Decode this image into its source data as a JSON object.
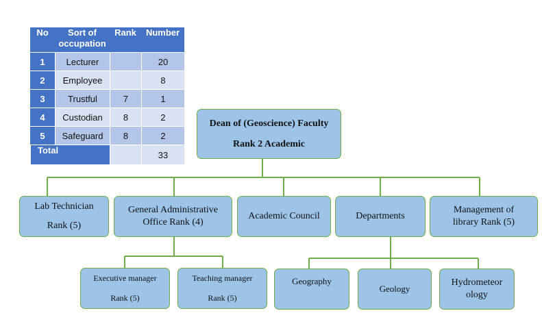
{
  "table": {
    "headers": {
      "no": "No",
      "sort": "Sort of occupation",
      "rank": "Rank",
      "number": "Number"
    },
    "rows": [
      {
        "no": "1",
        "sort": "Lecturer",
        "rank": "",
        "number": "20"
      },
      {
        "no": "2",
        "sort": "Employee",
        "rank": "",
        "number": "8"
      },
      {
        "no": "3",
        "sort": "Trustful",
        "rank": "7",
        "number": "1"
      },
      {
        "no": "4",
        "sort": "Custodian",
        "rank": "8",
        "number": "2"
      },
      {
        "no": "5",
        "sort": "Safeguard",
        "rank": "8",
        "number": "2"
      }
    ],
    "total_label": "Total",
    "total_number": "33"
  },
  "org": {
    "dean": {
      "line1": "Dean of (Geoscience) Faculty",
      "line2": "Rank 2 Academic"
    },
    "lab": {
      "line1": "Lab Technician",
      "line2": "Rank (5)"
    },
    "gao": {
      "line1": "General Administrative",
      "line2": "Office Rank (4)"
    },
    "council": {
      "line1": "Academic Council"
    },
    "departments": {
      "line1": "Departments"
    },
    "library": {
      "line1": "Management of",
      "line2": "library Rank (5)"
    },
    "exec": {
      "line1": "Executive manager",
      "line2": "Rank (5)"
    },
    "teaching": {
      "line1": "Teaching manager",
      "line2": "Rank (5)"
    },
    "geography": {
      "line1": "Geography"
    },
    "geology": {
      "line1": "Geology"
    },
    "hydro": {
      "line1": "Hydrometeor",
      "line2": "ology"
    }
  },
  "colors": {
    "header_blue": "#4472c4",
    "cell_dark": "#b4c6e7",
    "cell_light": "#d9e2f3",
    "box_fill": "#9dc3e6",
    "box_border": "#70ad47",
    "connector": "#70ad47"
  }
}
